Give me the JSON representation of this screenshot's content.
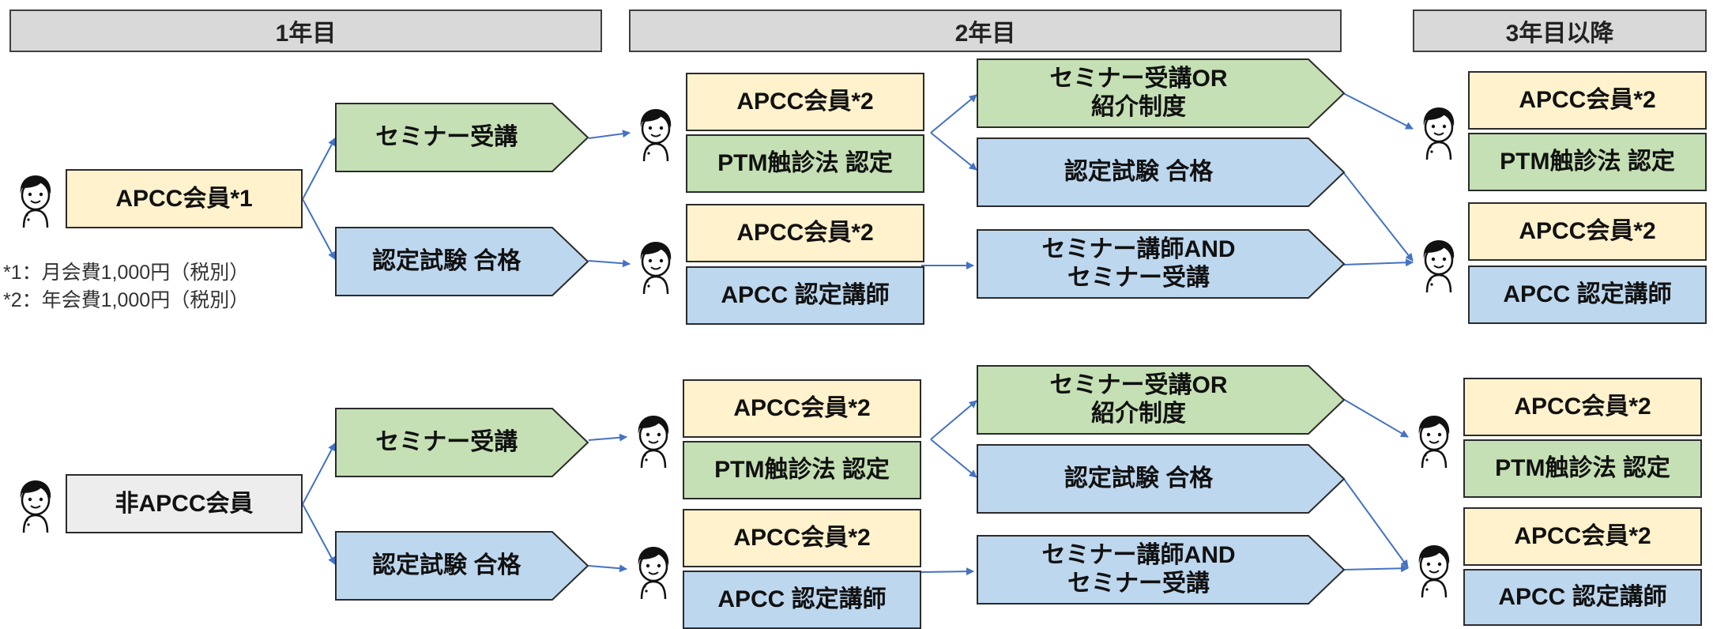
{
  "headers": {
    "year1": "1年目",
    "year2": "2年目",
    "year3": "3年目以降"
  },
  "notes": {
    "note1": "*1：月会費1,000円（税別）",
    "note2": "*2：年会費1,000円（税別）"
  },
  "colors": {
    "yellow": "#fff2cc",
    "green": "#c5e0b4",
    "blue": "#bdd7ee",
    "gray": "#ededed",
    "arrow": "#4472c4"
  },
  "icons": [
    "person-icon"
  ],
  "top": {
    "start": "APCC会員*1",
    "step1_seminar": "セミナー受講",
    "step1_exam": "認定試験 合格",
    "y2_a_member": "APCC会員*2",
    "y2_a_cert": "PTM触診法 認定",
    "y2_b_member": "APCC会員*2",
    "y2_b_cert": "APCC 認定講師",
    "step2_seminar_or_line1": "セミナー受講OR",
    "step2_seminar_or_line2": "紹介制度",
    "step2_exam": "認定試験 合格",
    "step2_teacher_line1": "セミナー講師AND",
    "step2_teacher_line2": "セミナー受講",
    "y3_a_member": "APCC会員*2",
    "y3_a_cert": "PTM触診法 認定",
    "y3_b_member": "APCC会員*2",
    "y3_b_cert": "APCC 認定講師"
  },
  "bottom": {
    "start": "非APCC会員",
    "step1_seminar": "セミナー受講",
    "step1_exam": "認定試験 合格",
    "y2_a_member": "APCC会員*2",
    "y2_a_cert": "PTM触診法 認定",
    "y2_b_member": "APCC会員*2",
    "y2_b_cert": "APCC 認定講師",
    "step2_seminar_or_line1": "セミナー受講OR",
    "step2_seminar_or_line2": "紹介制度",
    "step2_exam": "認定試験 合格",
    "step2_teacher_line1": "セミナー講師AND",
    "step2_teacher_line2": "セミナー受講",
    "y3_a_member": "APCC会員*2",
    "y3_a_cert": "PTM触診法 認定",
    "y3_b_member": "APCC会員*2",
    "y3_b_cert": "APCC 認定講師"
  }
}
